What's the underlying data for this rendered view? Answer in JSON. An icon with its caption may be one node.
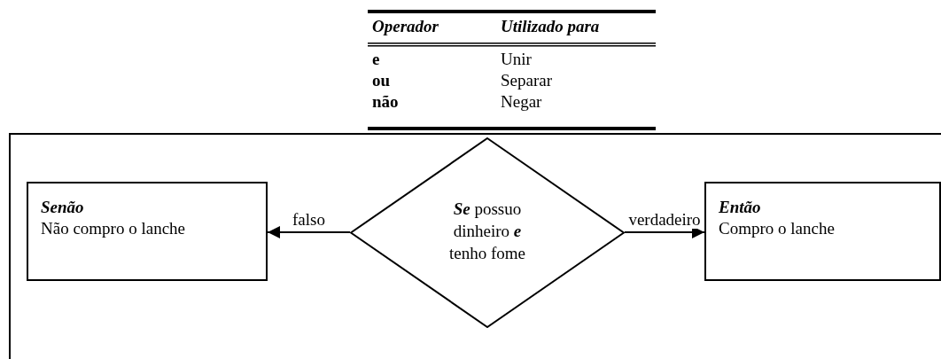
{
  "diagram": {
    "nodes": [
      {
        "text": [],
        "shape": "box"
      },
      {
        "text": [
          "Senão",
          "Não compro o lanche"
        ],
        "in": 0
      },
      {
        "text": [
          "**Se** possuo dinheiro **e** tenho fome"
        ],
        "in": 0
      },
      {
        "text": [
          "Então",
          "Compro o lanche"
        ],
        "in": 0
      }
    ],
    "edges": [
      {
        "from": 2,
        "to": 1,
        "label": "falso",
        "arrow": "to"
      },
      {
        "from": 2,
        "to": 3,
        "label": "verdadeiro",
        "arrow": "to"
      }
    ],
    "labels": [
      "Operador",
      "Utilizado para",
      "e",
      "Unir",
      "ou",
      "Separar",
      "não",
      "Negar"
    ]
  }
}
